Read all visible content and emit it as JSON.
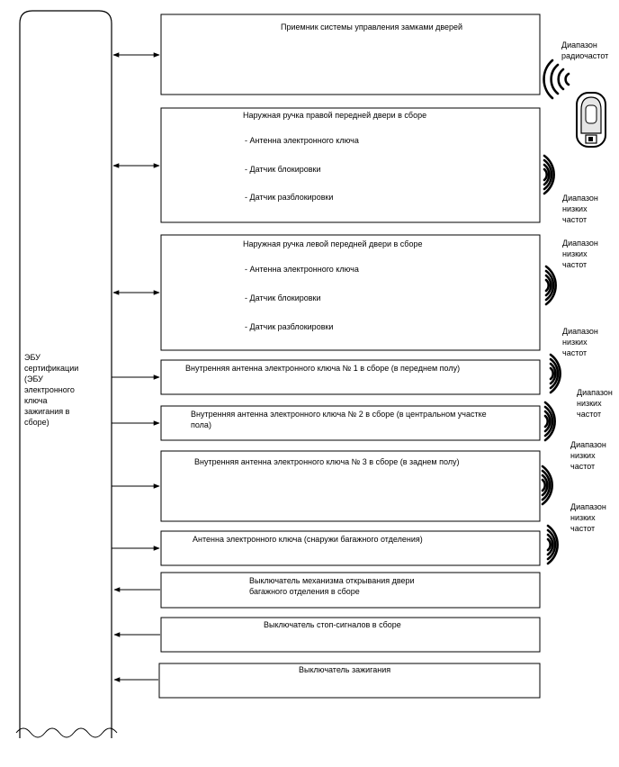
{
  "ecu": {
    "label_lines": [
      "ЭБУ",
      "сертификации",
      "(ЭБУ",
      "электронного",
      "ключа",
      "зажигания в",
      "сборе)"
    ]
  },
  "blocks": [
    {
      "title": "Приемник системы управления замками дверей",
      "items": [],
      "link": "bidirectional"
    },
    {
      "title": "Наружная ручка правой передней двери в сборе",
      "items": [
        "- Антенна электронного ключа",
        "- Датчик блокировки",
        "- Датчик разблокировки"
      ],
      "link": "bidirectional"
    },
    {
      "title": "Наружная ручка левой передней двери в сборе",
      "items": [
        "- Антенна электронного ключа",
        "- Датчик блокировки",
        "- Датчик разблокировки"
      ],
      "link": "bidirectional"
    },
    {
      "title": "Внутренняя антенна электронного ключа № 1 в сборе (в переднем полу)",
      "items": [],
      "link": "output"
    },
    {
      "title_lines": [
        "Внутренняя антенна электронного ключа № 2 в сборе (в центральном участке",
        "пола)"
      ],
      "items": [],
      "link": "output"
    },
    {
      "title": "Внутренняя антенна электронного ключа № 3 в сборе (в заднем полу)",
      "items": [],
      "link": "output"
    },
    {
      "title": "Антенна электронного ключа (снаружи багажного отделения)",
      "items": [],
      "link": "output"
    },
    {
      "title_lines": [
        "Выключатель механизма открывания двери",
        "багажного отделения в сборе"
      ],
      "items": [],
      "link": "input"
    },
    {
      "title": "Выключатель стоп-сигналов в сборе",
      "items": [],
      "link": "input"
    },
    {
      "title": "Выключатель зажигания",
      "items": [],
      "link": "input"
    }
  ],
  "signal_labels": {
    "radio": [
      "Диапазон",
      "радиочастот"
    ],
    "low": [
      "Диапазон",
      "низких",
      "частот"
    ]
  },
  "icons": {
    "wave": "radio-wave-icon",
    "key": "smart-key-fob-icon"
  }
}
